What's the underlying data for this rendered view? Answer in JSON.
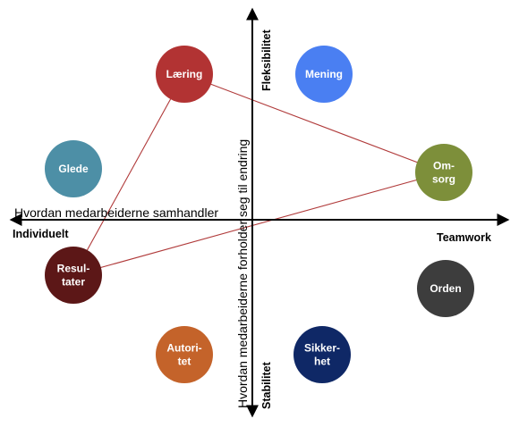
{
  "axes": {
    "x_left": "Individuelt",
    "x_right": "Teamwork",
    "y_top": "Fleksibilitet",
    "y_bottom": "Stabilitet"
  },
  "captions": {
    "horizontal": "Hvordan medarbeiderne samhandler",
    "vertical": "Hvordan medarbeiderne forholder seg til endring"
  },
  "nodes": [
    {
      "id": "laering",
      "lines": [
        "Læring"
      ],
      "color": "#b23333"
    },
    {
      "id": "mening",
      "lines": [
        "Mening"
      ],
      "color": "#4a7ff2"
    },
    {
      "id": "glede",
      "lines": [
        "Glede"
      ],
      "color": "#4d8fa6"
    },
    {
      "id": "omsorg",
      "lines": [
        "Om-",
        "sorg"
      ],
      "color": "#7d8f3a"
    },
    {
      "id": "resultater",
      "lines": [
        "Resul-",
        "tater"
      ],
      "color": "#5c1717"
    },
    {
      "id": "orden",
      "lines": [
        "Orden"
      ],
      "color": "#3d3d3d"
    },
    {
      "id": "autoritet",
      "lines": [
        "Autori-",
        "tet"
      ],
      "color": "#c4632a"
    },
    {
      "id": "sikkerhet",
      "lines": [
        "Sikker-",
        "het"
      ],
      "color": "#0f2866"
    }
  ],
  "links": [
    {
      "from": "laering",
      "to": "omsorg"
    },
    {
      "from": "omsorg",
      "to": "resultater"
    },
    {
      "from": "resultater",
      "to": "laering"
    }
  ],
  "link_color": "#b03a3a"
}
